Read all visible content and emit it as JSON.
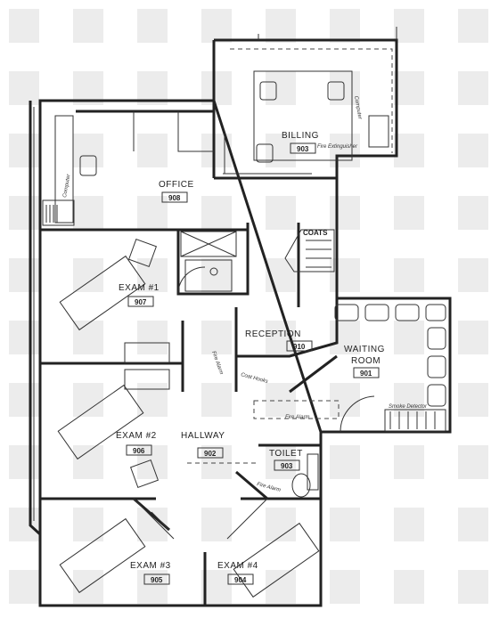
{
  "rooms": {
    "billing": {
      "label": "BILLING",
      "number": "903"
    },
    "office": {
      "label": "OFFICE",
      "number": "908"
    },
    "exam1": {
      "label": "EXAM #1",
      "number": "907"
    },
    "exam2": {
      "label": "EXAM #2",
      "number": "906"
    },
    "exam3": {
      "label": "EXAM #3",
      "number": "905"
    },
    "exam4": {
      "label": "EXAM #4",
      "number": "904"
    },
    "reception": {
      "label": "RECEPTION",
      "number": "910"
    },
    "waiting": {
      "label1": "WAITING",
      "label2": "ROOM",
      "number": "901"
    },
    "hallway": {
      "label": "HALLWAY",
      "number": "902"
    },
    "toilet": {
      "label": "TOILET",
      "number": "903"
    },
    "coats": {
      "label": "COATS"
    }
  },
  "notes": {
    "computer_billing": "Computer",
    "fire_extinguisher": "Fire Extinguisher",
    "computer_office": "Computer",
    "fire_alarm_hall": "Fire Alarm",
    "smoke_detector": "Smoke Detector",
    "fire_alarm_toilet": "Fire Alarm",
    "fire_alarm_reception": "Fire Alarm",
    "coat_hooks": "Coat Hooks"
  }
}
